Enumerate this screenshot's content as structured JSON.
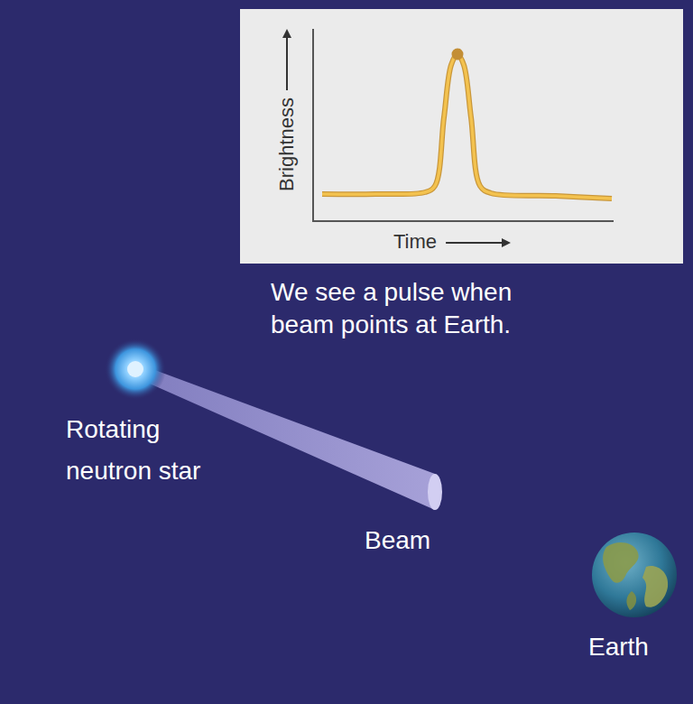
{
  "diagram": {
    "nodes": [
      {
        "text": [
          "Brightness",
          "Time"
        ]
      }
    ],
    "labels": [
      "We see a pulse when beam points at Earth.",
      "Rotating neutron star",
      "Beam",
      "Earth"
    ]
  }
}
